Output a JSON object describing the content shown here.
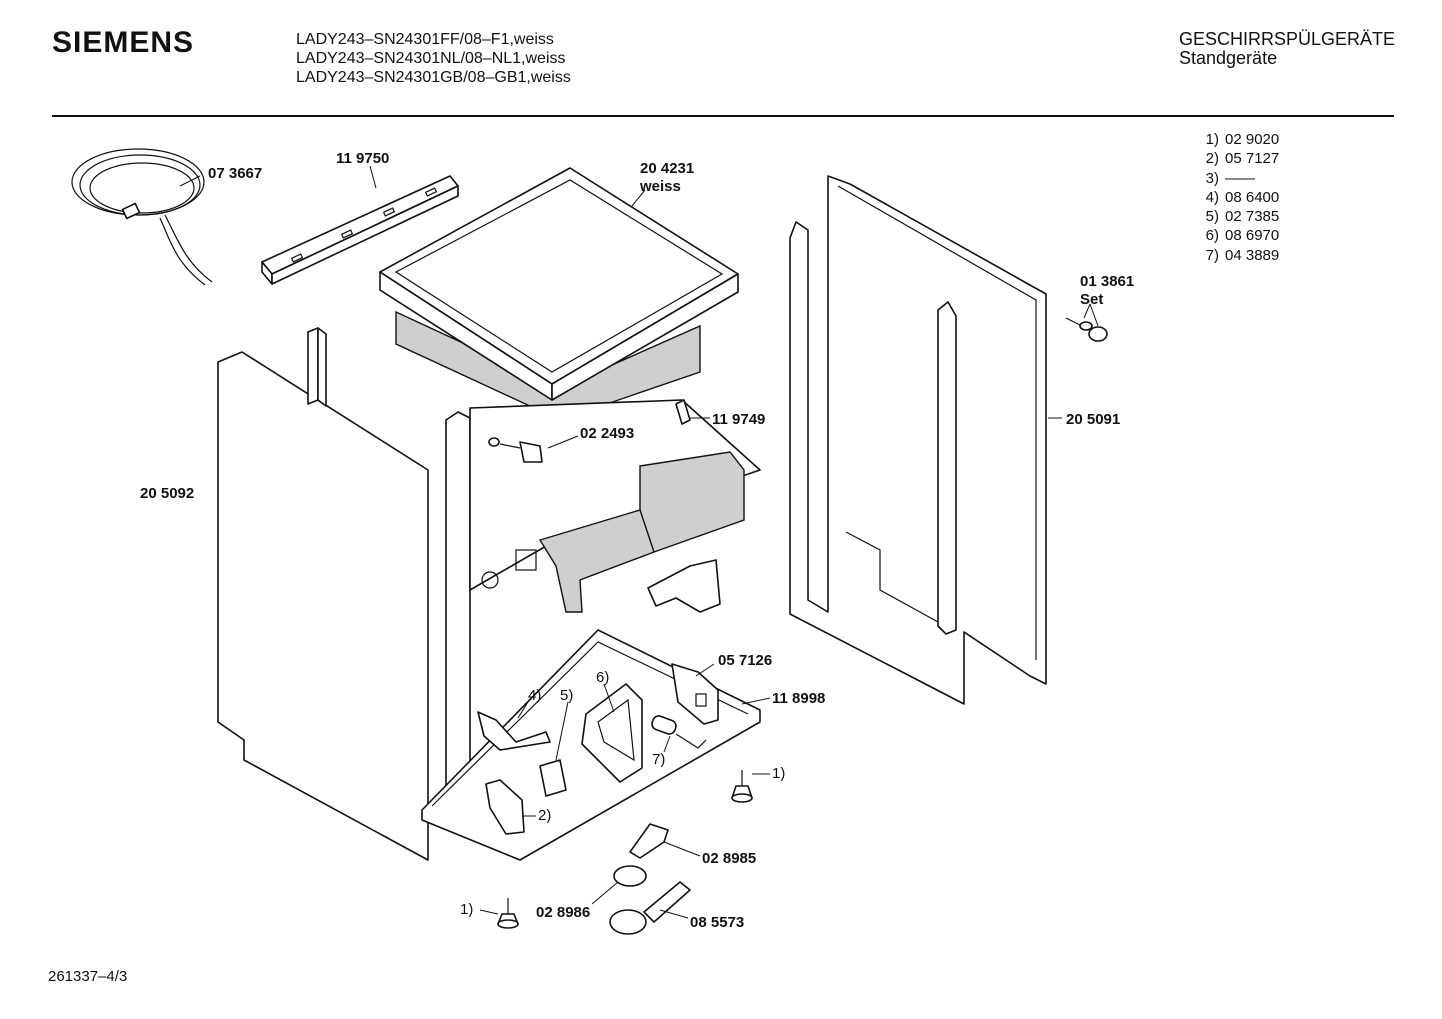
{
  "header": {
    "brand": "SIEMENS",
    "models": [
      "LADY243–SN24301FF/08–F1,weiss",
      "LADY243–SN24301NL/08–NL1,weiss",
      "LADY243–SN24301GB/08–GB1,weiss"
    ],
    "category": "GESCHIRRSPÜLGERÄTE",
    "subcategory": "Standgeräte"
  },
  "legend": [
    {
      "key": "1)",
      "value": "02 9020"
    },
    {
      "key": "2)",
      "value": "05 7127"
    },
    {
      "key": "3)",
      "value": "——"
    },
    {
      "key": "4)",
      "value": "08 6400"
    },
    {
      "key": "5)",
      "value": "02 7385"
    },
    {
      "key": "6)",
      "value": "08 6970"
    },
    {
      "key": "7)",
      "value": "04 3889"
    }
  ],
  "parts": {
    "cable": "07 3667",
    "rail_top": "11 9750",
    "worktop": "20 4231",
    "worktop_color": "weiss",
    "screw_set": "01 3861",
    "screw_set_note": "Set",
    "clip": "02 2493",
    "bracket": "11 9749",
    "side_panel_left": "20 5092",
    "side_panel_right": "20 5091",
    "holder": "05 7126",
    "base": "11 8998",
    "ref_4": "4)",
    "ref_5": "5)",
    "ref_6": "6)",
    "ref_7": "7)",
    "ref_2": "2)",
    "ref_1a": "1)",
    "ref_1b": "1)",
    "float_switch": "02 8985",
    "float": "02 8986",
    "sensor_holder": "08 5573"
  },
  "footer": {
    "document_number": "261337–4/3"
  }
}
